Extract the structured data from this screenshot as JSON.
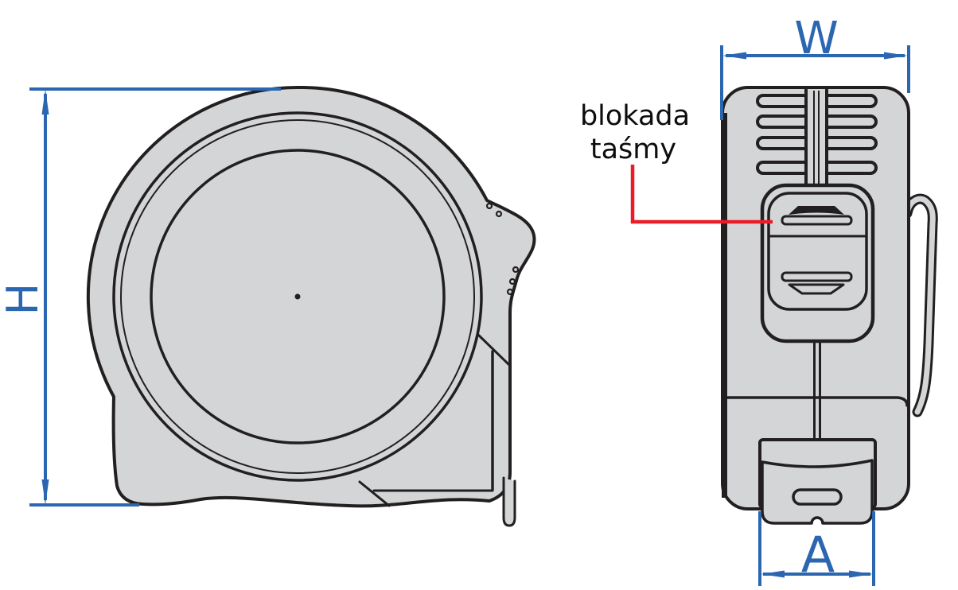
{
  "diagram": {
    "type": "technical-dimension-drawing",
    "subject": "tape-measure (two orthographic views: side view and front/edge view)",
    "dims": {
      "h": "H",
      "w": "W",
      "a": "A"
    },
    "tape_lock_label": {
      "line1": "blokada",
      "line2": "taśmy"
    },
    "colors": {
      "bg": "#ffffff",
      "ink": "#221f20",
      "gray": "#d4d5d7",
      "blue": "#2b66b0",
      "red": "#eb1c26"
    }
  }
}
